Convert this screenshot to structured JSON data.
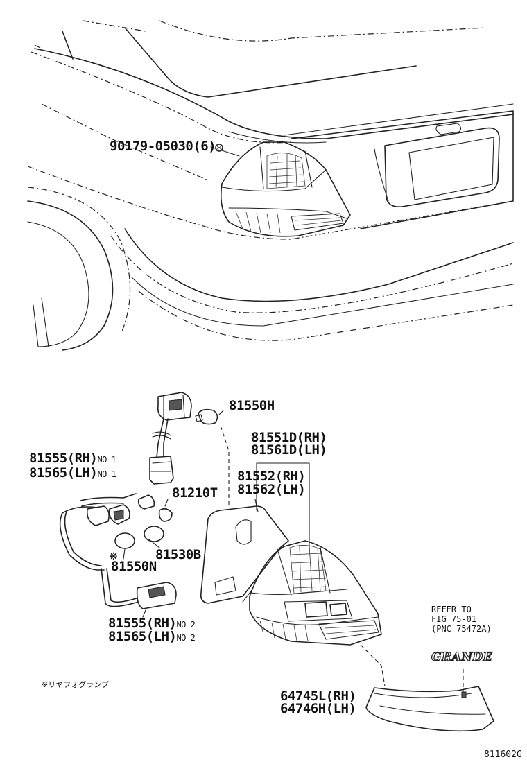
{
  "parts": {
    "clip": "90179-05030(6)",
    "bulb_top": "81550H",
    "lamp_assy": {
      "rh": "81551D(RH)",
      "lh": "81561D(LH)"
    },
    "lens_body": {
      "rh": "81552(RH)",
      "lh": "81562(LH)"
    },
    "socket_no1": {
      "rh": "81555(RH)",
      "lh": "81565(LH)",
      "tag": "NO 1"
    },
    "socket_t": "81210T",
    "bulb_b": "81530B",
    "bulb_n": {
      "mark": "※",
      "part": "81550N"
    },
    "socket_no2": {
      "rh": "81555(RH)",
      "lh": "81565(LH)",
      "tag": "NO 2"
    },
    "garnish": {
      "rh": "64745L(RH)",
      "lh": "64746H(LH)"
    }
  },
  "refer": {
    "line1": "REFER TO",
    "line2": "FIG 75-01",
    "line3": "(PNC 75472A)"
  },
  "emblem_text": "GRANDE",
  "footnote": "※リヤフォグランプ",
  "figure_code": "811602G"
}
